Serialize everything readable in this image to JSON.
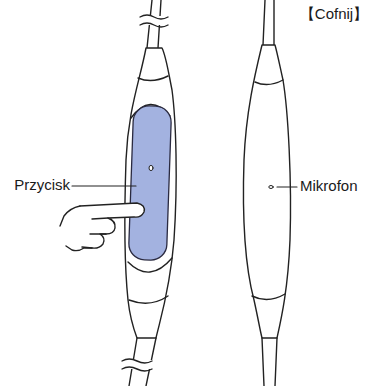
{
  "diagram": {
    "labels": [
      "【Cofnij】",
      "Przycisk",
      "Mikrofon"
    ]
  }
}
